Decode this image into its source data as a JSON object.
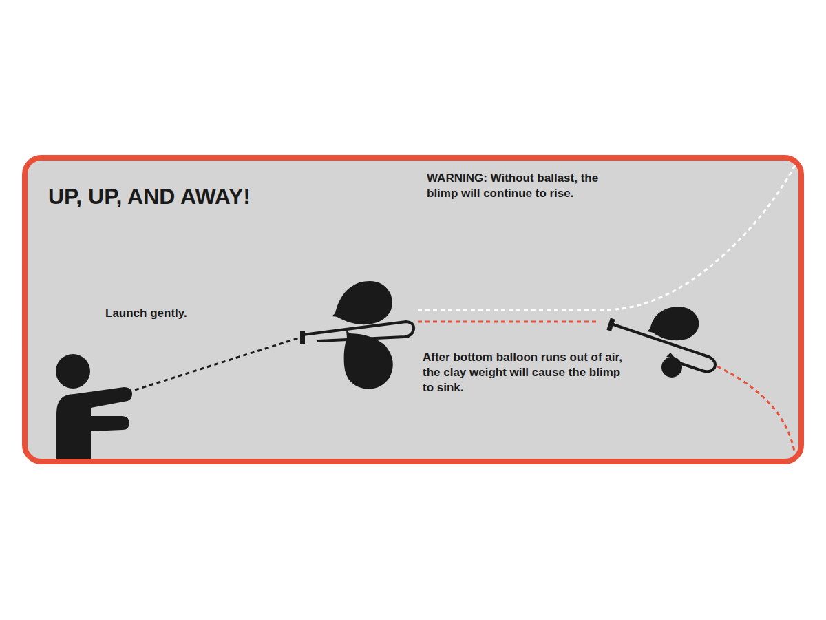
{
  "diagram": {
    "title": "UP, UP, AND AWAY!",
    "labels": [
      "Launch gently.",
      "WARNING: Without ballast, the blimp will continue to rise.",
      "After bottom balloon runs out of air, the clay weight will cause the blimp to sink."
    ]
  }
}
